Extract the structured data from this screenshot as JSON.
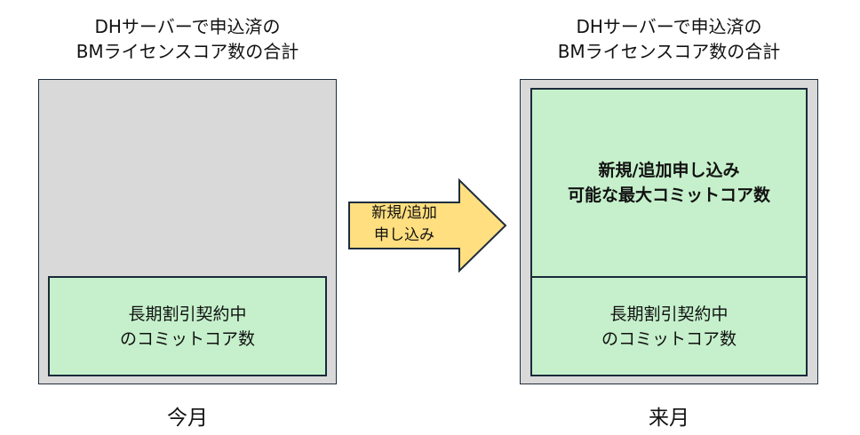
{
  "left": {
    "title_line1": "DHサーバーで申込済の",
    "title_line2": "BMライセンスコア数の合計",
    "committed_line1": "長期割引契約中",
    "committed_line2": "のコミットコア数",
    "month": "今月"
  },
  "arrow": {
    "line1": "新規/追加",
    "line2": "申し込み",
    "color": "#ffdf80"
  },
  "right": {
    "title_line1": "DHサーバーで申込済の",
    "title_line2": "BMライセンスコア数の合計",
    "max_line1": "新規/追加申し込み",
    "max_line2": "可能な最大コミットコア数",
    "committed_line1": "長期割引契約中",
    "committed_line2": "のコミットコア数",
    "month": "来月"
  }
}
